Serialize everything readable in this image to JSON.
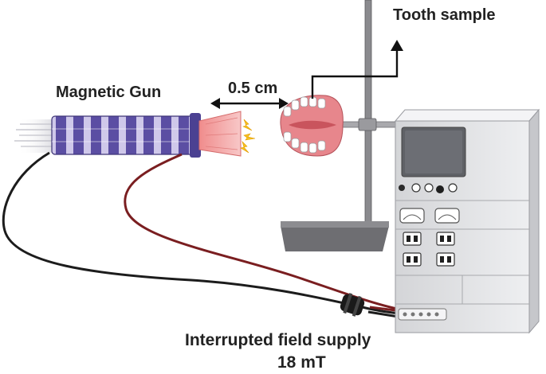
{
  "labels": {
    "tooth_sample": "Tooth sample",
    "magnetic_gun": "Magnetic Gun",
    "distance": "0.5 cm",
    "supply_line1": "Interrupted field supply",
    "supply_line2": "18 mT"
  },
  "colors": {
    "coil_purple": "#5b4ea3",
    "coil_light": "#cfc8ea",
    "beam_pink": "#f3a3a3",
    "spark_yellow": "#f7c21e",
    "gum_pink": "#e7868c",
    "cable_black": "#1c1c1c",
    "cable_red": "#7a1e20",
    "stand_gray": "#6e6e72",
    "device_gray": "#e6e7e9",
    "screen_gray": "#5f6166"
  }
}
